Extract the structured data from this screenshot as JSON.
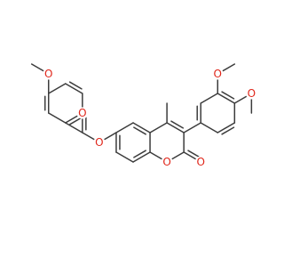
{
  "colors": {
    "bond": "#3c3c3c",
    "oxygen": "#e0261a",
    "background": "#ffffff"
  },
  "atom_labels": {
    "oxygen": "O"
  },
  "molecule": {
    "name": "",
    "atoms": [
      {
        "id": "mo1_O",
        "label": "O"
      },
      {
        "id": "ester_O",
        "label": "O"
      },
      {
        "id": "carbonyl_O",
        "label": "O"
      },
      {
        "id": "ring_O",
        "label": "O"
      },
      {
        "id": "lactone_O",
        "label": "O"
      },
      {
        "id": "mo2_O",
        "label": "O"
      },
      {
        "id": "mo3_O",
        "label": "O"
      }
    ]
  }
}
